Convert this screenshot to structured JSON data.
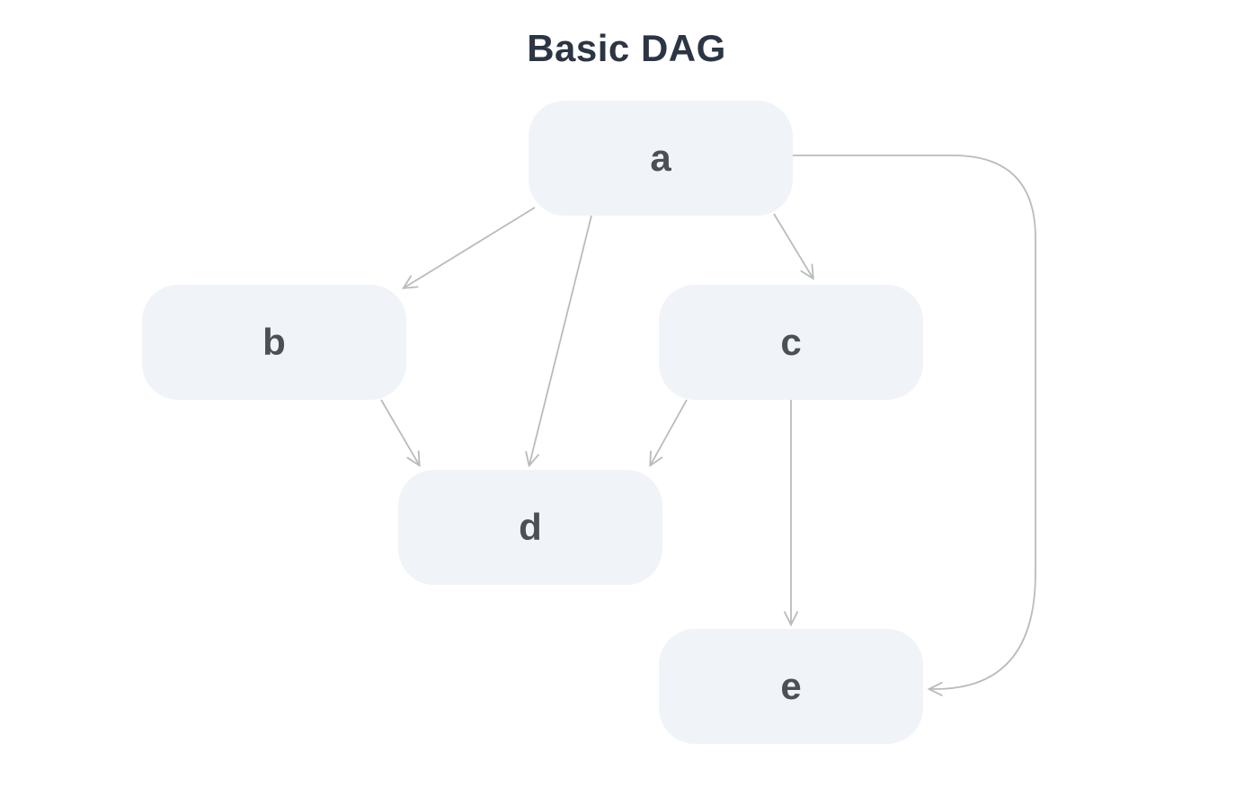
{
  "title": "Basic DAG",
  "diagram": {
    "type": "dag",
    "nodes": [
      {
        "id": "a",
        "label": "a"
      },
      {
        "id": "b",
        "label": "b"
      },
      {
        "id": "c",
        "label": "c"
      },
      {
        "id": "d",
        "label": "d"
      },
      {
        "id": "e",
        "label": "e"
      }
    ],
    "edges": [
      {
        "from": "a",
        "to": "b"
      },
      {
        "from": "a",
        "to": "c"
      },
      {
        "from": "a",
        "to": "d"
      },
      {
        "from": "a",
        "to": "e"
      },
      {
        "from": "b",
        "to": "d"
      },
      {
        "from": "c",
        "to": "d"
      },
      {
        "from": "c",
        "to": "e"
      }
    ]
  },
  "colors": {
    "background": "#ffffff",
    "node_fill": "#f0f4f8",
    "node_text": "#4b5056",
    "edge": "#b9bbbd",
    "title_text": "#2b3544"
  }
}
